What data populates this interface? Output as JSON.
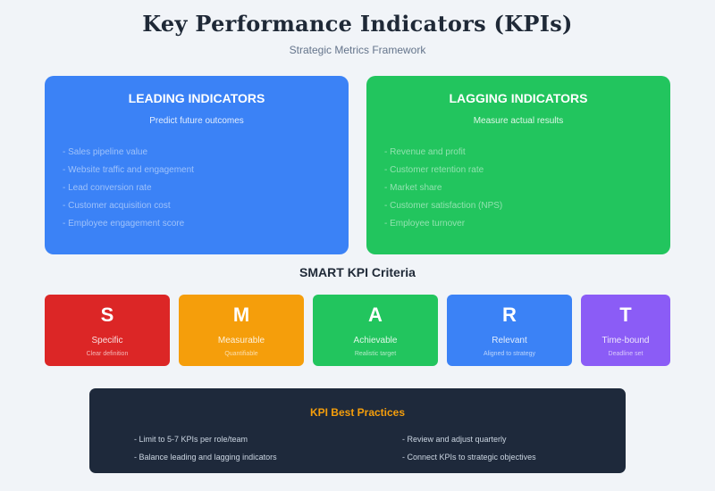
{
  "header": {
    "title": "Key Performance Indicators (KPIs)",
    "subtitle": "Strategic Metrics Framework"
  },
  "leading": {
    "title": "LEADING INDICATORS",
    "subtitle": "Predict future outcomes",
    "color": "#3b82f6",
    "items": [
      "- Sales pipeline value",
      "- Website traffic and engagement",
      "- Lead conversion rate",
      "- Customer acquisition cost",
      "- Employee engagement score"
    ]
  },
  "lagging": {
    "title": "LAGGING INDICATORS",
    "subtitle": "Measure actual results",
    "color": "#22c55e",
    "items": [
      "- Revenue and profit",
      "- Customer retention rate",
      "- Market share",
      "- Customer satisfaction (NPS)",
      "- Employee turnover"
    ]
  },
  "smart": {
    "heading": "SMART KPI Criteria",
    "cards": [
      {
        "letter": "S",
        "word": "Specific",
        "desc": "Clear definition",
        "color": "#dc2626"
      },
      {
        "letter": "M",
        "word": "Measurable",
        "desc": "Quantifiable",
        "color": "#f59e0b"
      },
      {
        "letter": "A",
        "word": "Achievable",
        "desc": "Realistic target",
        "color": "#22c55e"
      },
      {
        "letter": "R",
        "word": "Relevant",
        "desc": "Aligned to strategy",
        "color": "#3b82f6"
      },
      {
        "letter": "T",
        "word": "Time-bound",
        "desc": "Deadline set",
        "color": "#8b5cf6"
      }
    ]
  },
  "practices": {
    "title": "KPI Best Practices",
    "left": [
      "- Limit to 5-7 KPIs per role/team",
      "- Balance leading and lagging indicators"
    ],
    "right": [
      "- Review and adjust quarterly",
      "- Connect KPIs to strategic objectives"
    ]
  }
}
